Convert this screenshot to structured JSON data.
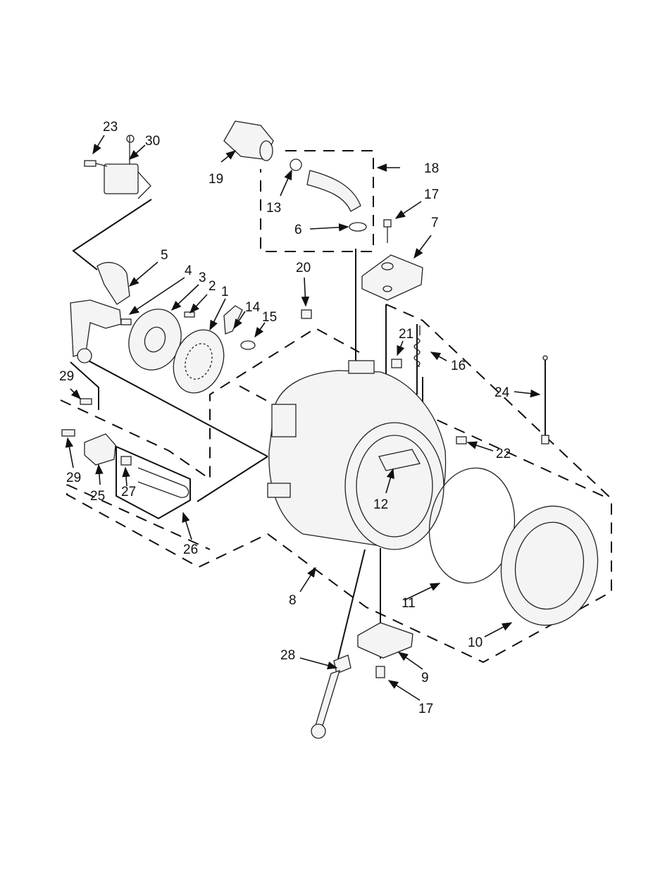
{
  "callouts": {
    "c1": "1",
    "c2": "2",
    "c3": "3",
    "c4": "4",
    "c5": "5",
    "c6": "6",
    "c7": "7",
    "c8": "8",
    "c9": "9",
    "c10": "10",
    "c11": "11",
    "c12": "12",
    "c13": "13",
    "c14": "14",
    "c15": "15",
    "c16": "16",
    "c17a": "17",
    "c17b": "17",
    "c18": "18",
    "c19": "19",
    "c20": "20",
    "c21": "21",
    "c22": "22",
    "c23": "23",
    "c24": "24",
    "c25": "25",
    "c26": "26",
    "c27": "27",
    "c28": "28",
    "c29a": "29",
    "c29b": "29",
    "c30": "30"
  }
}
